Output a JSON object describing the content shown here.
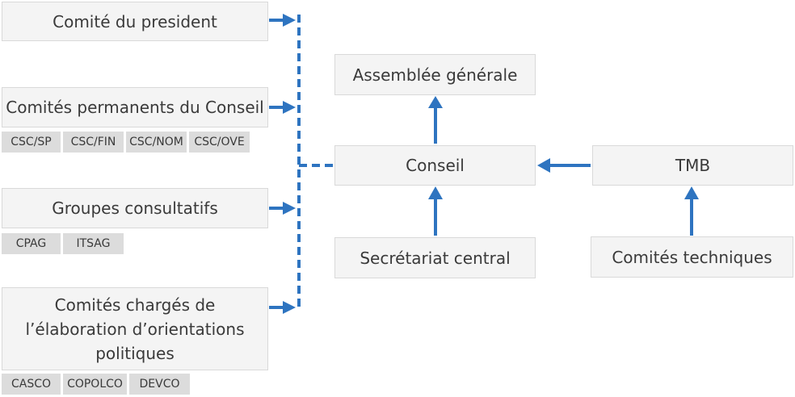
{
  "boxes": {
    "president": "Comité du president",
    "permanents": "Comités permanents du Conseil",
    "consultatifs": "Groupes consultatifs",
    "orientations": "Comités chargés de\nl’élaboration d’orientations\npolitiques",
    "assemblee": "Assemblée générale",
    "conseil": "Conseil",
    "tmb": "TMB",
    "secretariat": "Secrétariat central",
    "techniques": "Comités techniques"
  },
  "tags": {
    "permanents": [
      "CSC/SP",
      "CSC/FIN",
      "CSC/NOM",
      "CSC/OVE"
    ],
    "consultatifs": [
      "CPAG",
      "ITSAG"
    ],
    "orientations": [
      "CASCO",
      "COPOLCO",
      "DEVCO"
    ]
  },
  "colors": {
    "arrow": "#2e74c0",
    "box_fill": "#f4f4f4",
    "box_border": "#d9d9d9",
    "tag_fill": "#dcdcdc"
  }
}
